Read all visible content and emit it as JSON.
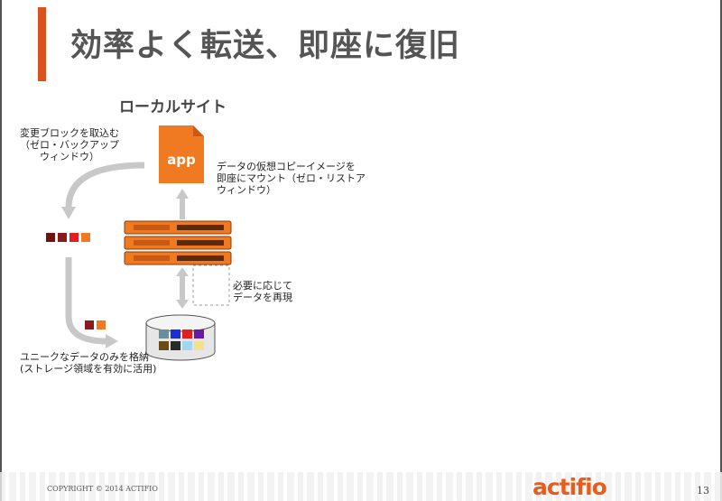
{
  "header": {
    "title": "効率よく転送、即座に復旧"
  },
  "diagram": {
    "site_label": "ローカルサイト",
    "capture_text": "変更ブロックを取込む\n（ゼロ・バックアップ\n　　ウィンドウ）",
    "mount_text": "データの仮想コピーイメージを\n即座にマウント（ゼロ・リストア\nウィンドウ）",
    "rehydrate_text": "必要に応じて\nデータを再現",
    "store_text": "ユニークなデータのみを格納\n(ストレージ領域を有効に活用)",
    "app_label": "app",
    "colors": {
      "accent": "#d9531e",
      "appliance": "#f07a21",
      "arrow": "#bfbfbf",
      "block_dark": "#8b1a1a",
      "block_red": "#e02020",
      "block_orange": "#f07a21"
    }
  },
  "footer": {
    "copyright": "COPYRIGHT © 2014 ACTIFIO",
    "logo": "actifio",
    "page_number": "13"
  }
}
